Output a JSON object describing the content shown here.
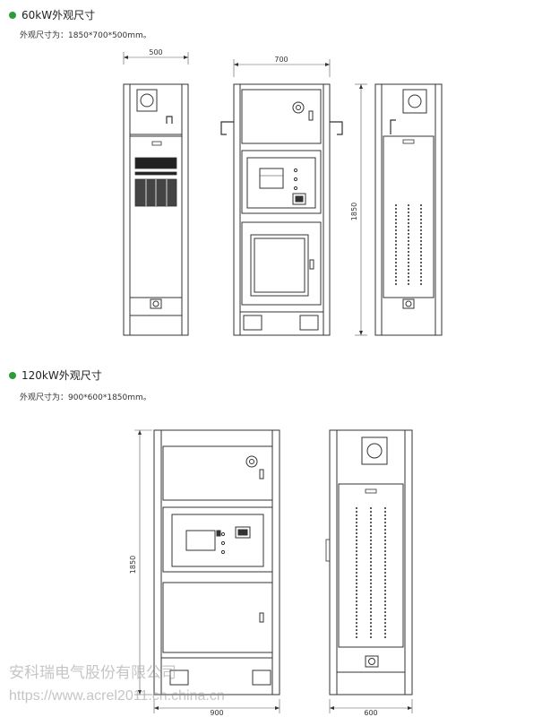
{
  "sections": [
    {
      "title": "60kW外观尺寸",
      "spec": "外观尺寸为：1850*700*500mm。"
    },
    {
      "title": "120kW外观尺寸",
      "spec": "外观尺寸为：900*600*1850mm。"
    }
  ],
  "dims60": {
    "side_width": "500",
    "front_width": "700",
    "height": "1850"
  },
  "dims120": {
    "height": "1850",
    "front_width": "900",
    "side_width": "600"
  },
  "watermark": {
    "company": "安科瑞电气股份有限公司",
    "url": "https://www.acrel2011.cn.china.cn"
  },
  "colors": {
    "accent": "#2e9a3a"
  }
}
